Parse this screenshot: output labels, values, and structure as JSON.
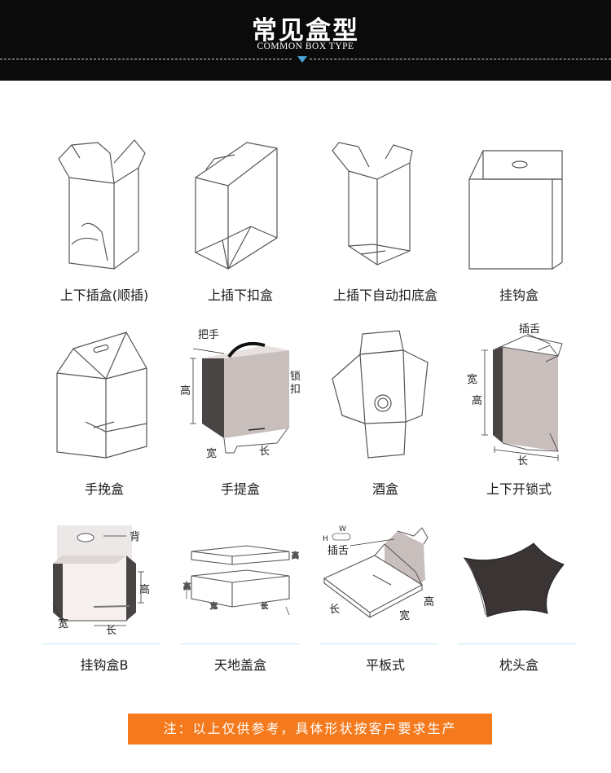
{
  "header": {
    "title": "常见盒型",
    "subtitle": "COMMON BOX TYPE"
  },
  "boxes": [
    {
      "label": "上下插盒(顺插)",
      "icon": "tuck-end-box-icon"
    },
    {
      "label": "上插下扣盒",
      "icon": "snap-lock-bottom-box-icon"
    },
    {
      "label": "上插下自动扣底盒",
      "icon": "auto-lock-bottom-box-icon"
    },
    {
      "label": "挂钩盒",
      "icon": "hanger-box-icon"
    },
    {
      "label": "手挽盒",
      "icon": "gable-handle-box-icon"
    },
    {
      "label": "手提盒",
      "icon": "carry-handle-box-icon",
      "annotations": {
        "handle": "把手",
        "height": "高",
        "lock": "锁扣",
        "width": "宽",
        "length": "长"
      }
    },
    {
      "label": "酒盒",
      "icon": "wine-box-icon"
    },
    {
      "label": "上下开锁式",
      "icon": "top-bottom-lock-box-icon",
      "annotations": {
        "tongue": "插舌",
        "width": "宽",
        "height": "高",
        "length": "长"
      }
    },
    {
      "label": "挂钩盒B",
      "icon": "hanger-box-b-icon",
      "annotations": {
        "back": "背",
        "height": "高",
        "width": "宽",
        "length": "长"
      }
    },
    {
      "label": "天地盖盒",
      "icon": "lid-and-base-box-icon",
      "annotations": {
        "height": "高",
        "width": "宽",
        "length": "长"
      }
    },
    {
      "label": "平板式",
      "icon": "flat-mailer-box-icon",
      "annotations": {
        "w": "W",
        "h": "H",
        "tongue": "插舌",
        "length": "长",
        "width": "宽",
        "height": "高"
      }
    },
    {
      "label": "枕头盒",
      "icon": "pillow-box-icon"
    }
  ],
  "note": "注：以上仅供参考，具体形状按客户要求生产",
  "colors": {
    "header_bg": "#0b0b0b",
    "accent_triangle": "#4aa4d8",
    "note_bg": "#f47a1d",
    "separator": "#c3e6f5",
    "box_dark": "#4a4545",
    "box_light": "#c8bfbd"
  }
}
